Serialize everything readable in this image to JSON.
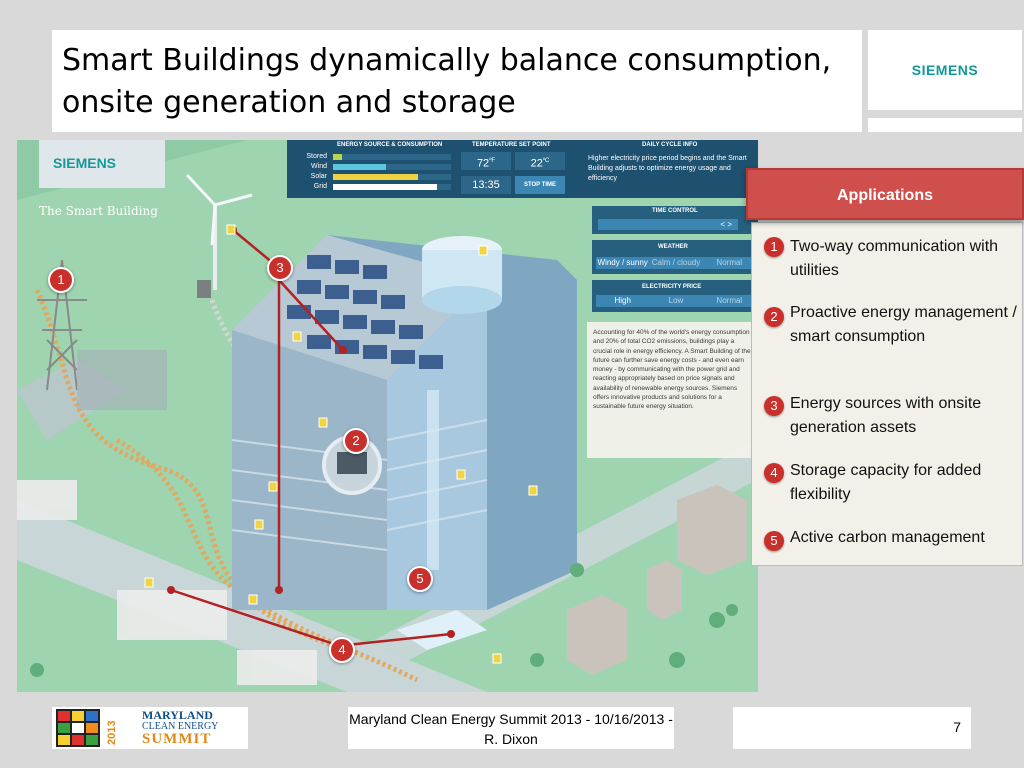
{
  "title": "Smart Buildings dynamically balance consumption, onsite generation and storage",
  "brand": "SIEMENS",
  "illustration": {
    "brand": "SIEMENS",
    "subtitle": "The Smart Building",
    "energy_panel": {
      "header": "ENERGY SOURCE & CONSUMPTION",
      "rows": [
        {
          "label": "Stored",
          "value": 0.08,
          "color": "#b9d64a"
        },
        {
          "label": "Wind",
          "value": 0.45,
          "color": "#5ec7e0"
        },
        {
          "label": "Solar",
          "value": 0.72,
          "color": "#f0d040"
        },
        {
          "label": "Grid",
          "value": 0.88,
          "color": "#ffffff"
        }
      ]
    },
    "temperature": {
      "header": "TEMPERATURE SET POINT",
      "fahrenheit": "72",
      "fahrenheit_unit": "ºF",
      "celsius": "22",
      "celsius_unit": "ºC",
      "time": "13:35",
      "stop_button": "STOP TIME"
    },
    "daily_cycle": {
      "header": "DAILY CYCLE INFO",
      "text": "Higher electricity price period begins and the Smart Building adjusts to optimize energy usage and efficiency"
    },
    "time_control": {
      "header": "TIME CONTROL",
      "buttons": "< >"
    },
    "weather": {
      "header": "WEATHER",
      "options": [
        "Windy / sunny",
        "Calm / cloudy",
        "Normal"
      ],
      "selected": 0
    },
    "electricity_price": {
      "header": "ELECTRICITY PRICE",
      "options": [
        "High",
        "Low",
        "Normal"
      ],
      "selected": 0
    },
    "description": "Accounting for 40% of the world's energy consumption and 20% of total CO2 emissions, buildings play a crucial role in energy efficiency. A Smart Building of the future can further save energy costs - and even earn money - by communicating with the power grid and reacting appropriately based on price signals and availability of renewable energy sources. Siemens offers innovative products and solutions for a sustainable future energy situation.",
    "markers": [
      "1",
      "2",
      "3",
      "4",
      "5"
    ]
  },
  "applications": {
    "header": "Applications",
    "items": [
      {
        "num": "1",
        "text": "Two-way communication with utilities"
      },
      {
        "num": "2",
        "text": "Proactive energy management / smart consumption"
      },
      {
        "num": "3",
        "text": "Energy sources with onsite generation assets"
      },
      {
        "num": "4",
        "text": "Storage capacity for added flexibility"
      },
      {
        "num": "5",
        "text": "Active carbon management"
      }
    ]
  },
  "footer": {
    "logo": {
      "year": "2013",
      "line1": "MARYLAND",
      "line2": "CLEAN ENERGY",
      "line3": "SUMMIT"
    },
    "text": "Maryland Clean Energy Summit 2013 - 10/16/2013 - R. Dixon",
    "page": "7"
  }
}
